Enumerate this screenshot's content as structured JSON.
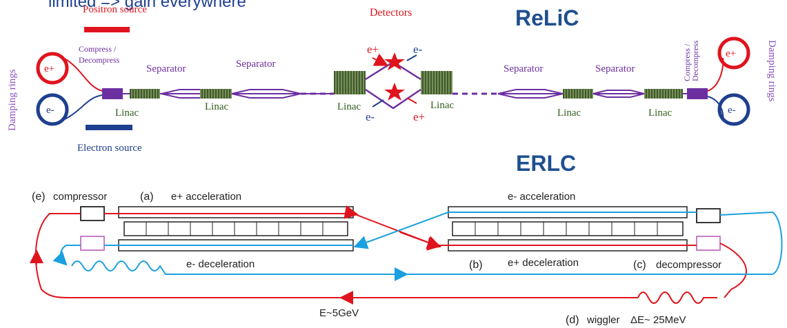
{
  "slide": {
    "top_text": "limited => gain everywhere",
    "title_relic": "ReLiC",
    "title_erlc": "ERLC"
  },
  "relic": {
    "positron_source": "Positron source",
    "electron_source": "Electron source",
    "detectors": "Detectors",
    "damping_rings": "Damping rings",
    "compress_decompress": "Compress / Decompress",
    "separator": "Separator",
    "linac": "Linac",
    "positron_symbol": "e+",
    "electron_symbol": "e-"
  },
  "erlc": {
    "compressor": "compressor",
    "decompressor": "decompressor",
    "e_plus_acceleration": "e+ acceleration",
    "e_minus_acceleration": "e- acceleration",
    "e_minus_deceleration": "e- deceleration",
    "e_plus_deceleration": "e+ deceleration",
    "energy": "E~5GeV",
    "wiggler": "wiggler",
    "delta_e": "ΔE~ 25MeV",
    "labels": {
      "a": "(a)",
      "b": "(b)",
      "c": "(c)",
      "d": "(d)",
      "e": "(e)"
    }
  },
  "colors": {
    "red": "#e0141e",
    "blue": "#1f3f8f",
    "cyan": "#1aa0e0",
    "purple": "#6b2fa0",
    "green": "#2f5d1a"
  }
}
